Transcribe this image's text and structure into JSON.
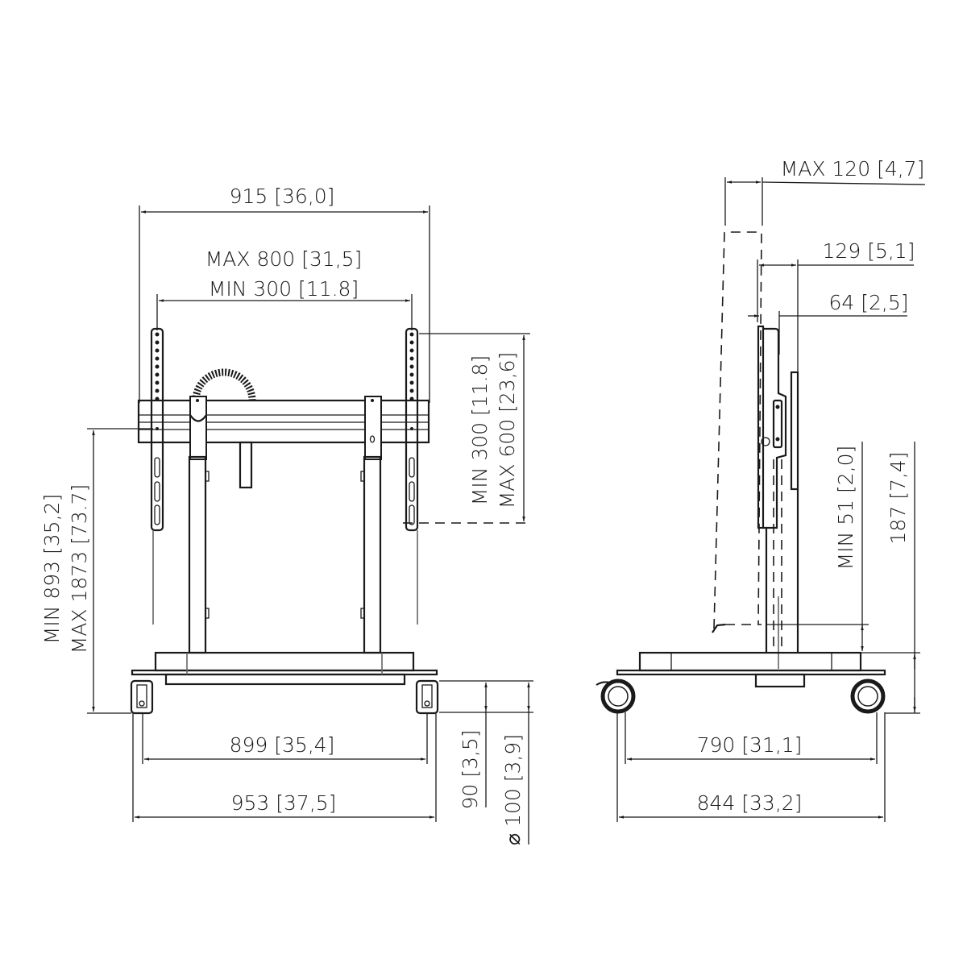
{
  "drawing": {
    "title": "Mobile motorized display stand - dimensional drawing",
    "units": "mm [inch]",
    "views": [
      "front-view",
      "side-view"
    ]
  },
  "front_view": {
    "overall_width": {
      "mm": "915",
      "inch": "36,0",
      "label": "915",
      "bracket": "[36,0]"
    },
    "vesa_width_max": {
      "label": "MAX 800",
      "bracket": "[31,5]"
    },
    "vesa_width_min": {
      "label": "MIN 300",
      "bracket": "[11.8]"
    },
    "vesa_height_min": {
      "label": "MIN 300",
      "bracket": "[11.8]"
    },
    "vesa_height_max": {
      "label": "MAX 600",
      "bracket": "[23,6]"
    },
    "center_height_min": {
      "label": "MIN 893",
      "bracket": "[35,2]"
    },
    "center_height_max": {
      "label": "MAX 1873",
      "bracket": "[73.7]"
    },
    "wheel_span": {
      "label": "899",
      "bracket": "[35,4]"
    },
    "base_width": {
      "label": "953",
      "bracket": "[37,5]"
    },
    "wheel_height": {
      "label": "90",
      "bracket": "[3,5]"
    },
    "wheel_diameter": {
      "label": "⌀ 100",
      "bracket": "[3,9]"
    }
  },
  "side_view": {
    "tilt_max": {
      "label": "MAX 120",
      "bracket": "[4,7]"
    },
    "depth_129": {
      "label": "129",
      "bracket": "[5,1]"
    },
    "depth_64": {
      "label": "64",
      "bracket": "[2,5]"
    },
    "floor_clearance_min": {
      "label": "MIN 51",
      "bracket": "[2,0]"
    },
    "base_height": {
      "label": "187",
      "bracket": "[7,4]"
    },
    "wheel_span": {
      "label": "790",
      "bracket": "[31,1]"
    },
    "base_depth": {
      "label": "844",
      "bracket": "[33,2]"
    }
  },
  "colors": {
    "line": "#1a1a1a",
    "background": "#ffffff"
  }
}
